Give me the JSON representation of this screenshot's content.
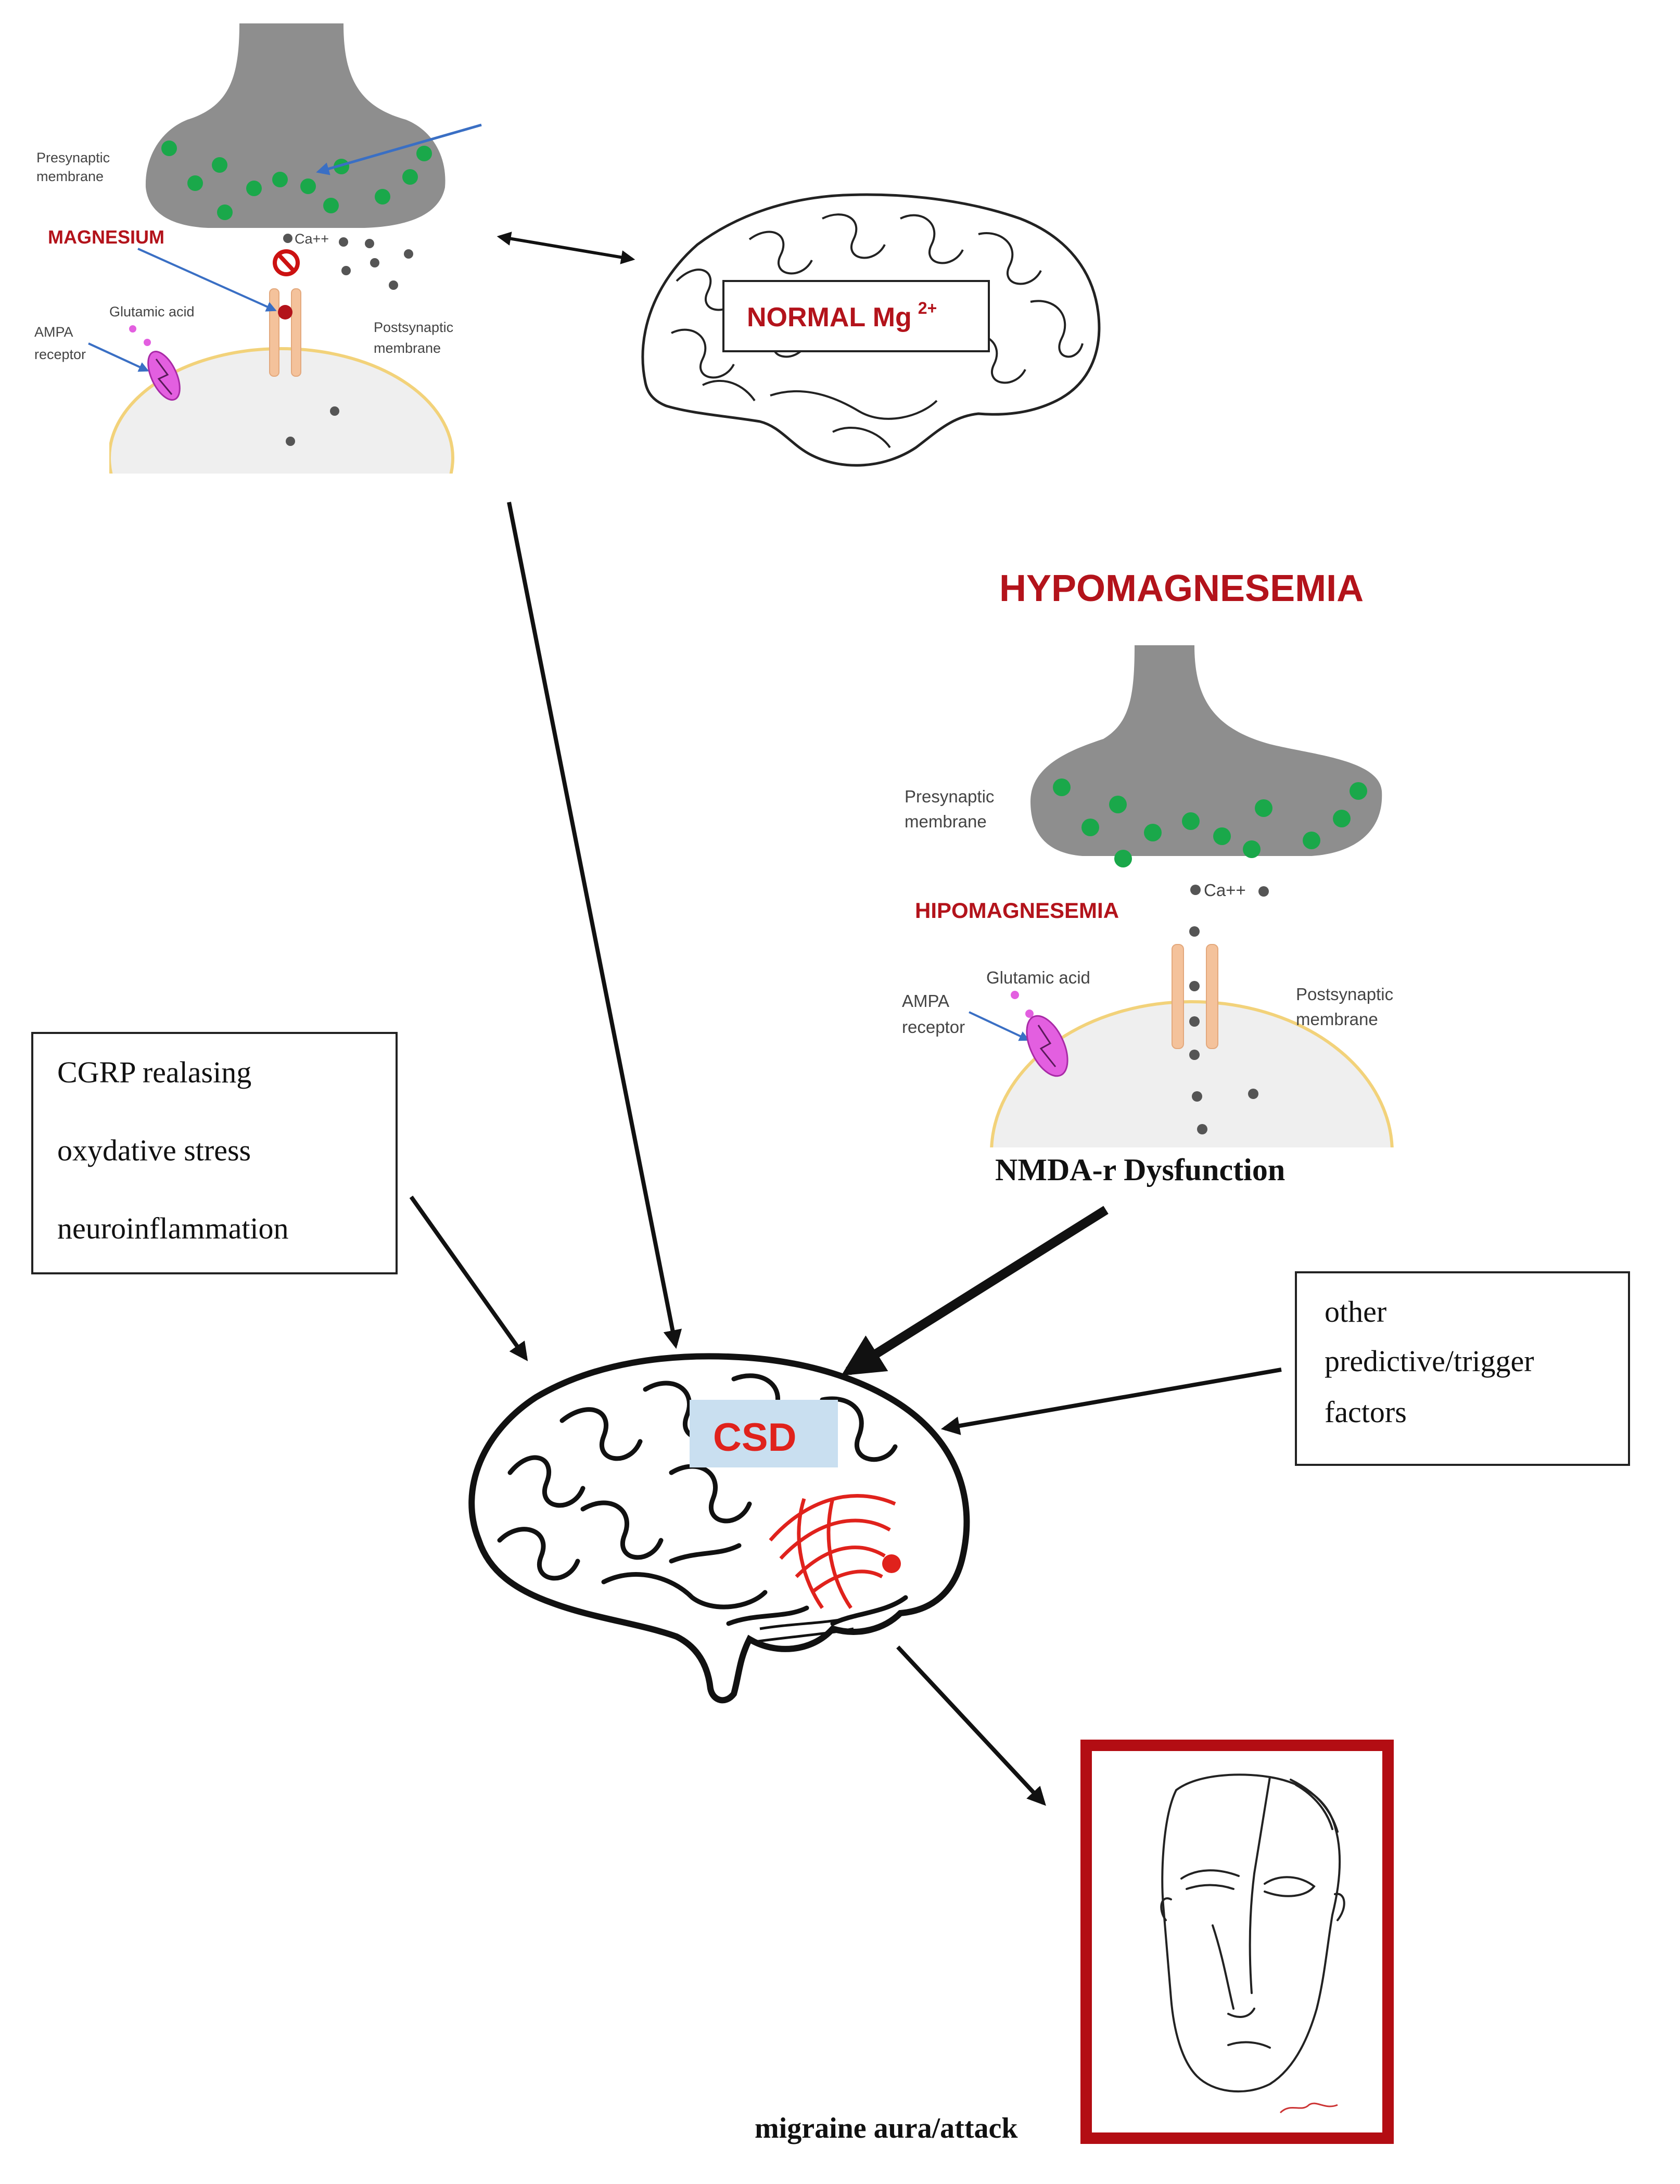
{
  "normal_synapse": {
    "presynaptic_label": [
      "Presynaptic",
      "membrane"
    ],
    "magnesium_label": "MAGNESIUM",
    "ca_label": "Ca++",
    "glutamic_label": "Glutamic acid",
    "ampa_label": [
      "AMPA",
      "receptor"
    ],
    "postsynaptic_label": [
      "Postsynaptic",
      "membrane"
    ]
  },
  "normal_brain": {
    "label": "NORMAL Mg",
    "superscript": "2+"
  },
  "hypo_section": {
    "title": "HYPOMAGNESEMIA",
    "presynaptic_label": [
      "Presynaptic",
      "membrane"
    ],
    "hipomagnesemia_label": "HIPOMAGNESEMIA",
    "ca_label": "Ca++",
    "glutamic_label": "Glutamic acid",
    "ampa_label": [
      "AMPA",
      "receptor"
    ],
    "postsynaptic_label": [
      "Postsynaptic",
      "membrane"
    ],
    "caption": "NMDA-r Dysfunction"
  },
  "cgrp_box": {
    "lines": [
      "CGRP realasing",
      "oxydative stress",
      "neuroinflammation"
    ]
  },
  "other_factors_box": {
    "lines": [
      "other",
      "predictive/trigger",
      "factors"
    ]
  },
  "csd_brain": {
    "label": "CSD"
  },
  "migraine": {
    "caption": "migraine aura/attack"
  },
  "colors": {
    "accent_red": "#b3131b",
    "vesicle_green": "#1aa84a",
    "membrane_gray": "#8e8e8e",
    "postsynaptic_fill": "#efefef",
    "postsynaptic_edge": "#f2d27a",
    "receptor_magenta": "#e35fe0",
    "channel_peach": "#f4c29b",
    "csd_label_bg": "#c9dff0",
    "arrow_blue": "#3a6fc4"
  }
}
